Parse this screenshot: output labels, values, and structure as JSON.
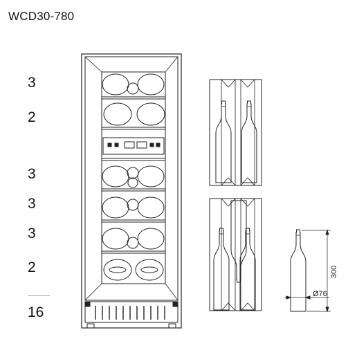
{
  "model": "WCD30-780",
  "shelf_counts": [
    "3",
    "2",
    "3",
    "3",
    "3",
    "2"
  ],
  "total": "16",
  "dimensions": {
    "height": "300",
    "diameter": "Ø76"
  }
}
